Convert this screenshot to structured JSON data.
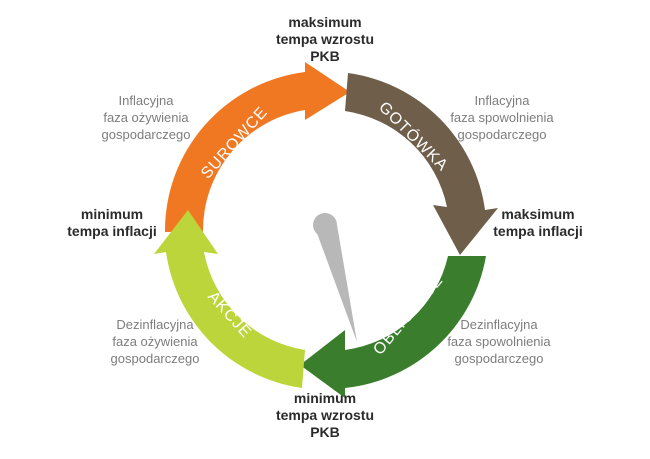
{
  "top_label": [
    "maksimum",
    "tempa wzrostu",
    "PKB"
  ],
  "bottom_label": [
    "minimum",
    "tempa wzrostu",
    "PKB"
  ],
  "left_label": [
    "minimum",
    "tempa inflacji"
  ],
  "right_label": [
    "maksimum",
    "tempa inflacji"
  ],
  "phase_top_left": [
    "Inflacyjna",
    "faza ożywienia",
    "gospodarczego"
  ],
  "phase_top_right": [
    "Inflacyjna",
    "faza spowolnienia",
    "gospodarczego"
  ],
  "phase_bottom_left": [
    "Dezinflacyjna",
    "faza ożywienia",
    "gospodarczego"
  ],
  "phase_bottom_right": [
    "Dezinflacyjna",
    "faza spowolnienia",
    "gospodarczego"
  ],
  "segments": [
    {
      "label": "SUROWCE",
      "color": "#f07822"
    },
    {
      "label": "GOTÓWKA",
      "color": "#6e5e4a"
    },
    {
      "label": "OBLIGACJE",
      "color": "#3a7d2c"
    },
    {
      "label": "AKCJE",
      "color": "#bcd53a"
    }
  ],
  "colors": {
    "needle": "#b8b8b8",
    "bold_text": "#2b2b2b",
    "phase_text": "#7d7d7d"
  }
}
